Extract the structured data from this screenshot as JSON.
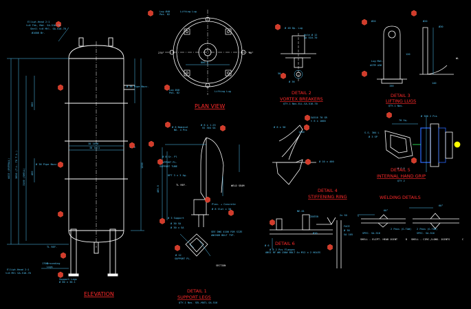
{
  "titles": {
    "elevation": "ELEVATION",
    "plan_view": "PLAN VIEW",
    "detail_2": "DETAIL 2",
    "detail_2_sub": "VORTEX BREAKERS",
    "detail_3": "DETAIL 3",
    "detail_3_sub": "LIFTING LUGS",
    "detail_4": "DETAIL 4",
    "detail_4_sub": "STIFFENING RING",
    "detail_5": "DETAIL 5",
    "detail_5_sub": "INTERNAL HAND GRIP",
    "detail_6": "DETAIL 6",
    "detail_1": "DETAIL 1",
    "detail_1_sub": "SUPPORT LEGS",
    "welding": "WELDING DETAILS"
  },
  "labels": {
    "tl_ref": "TL REF.",
    "tl_ref_mid": "TL REF.",
    "weld_seam": "WELD SEAM",
    "angle_270": "270°",
    "angle_90": "90°",
    "welding_note_1": "SHELL - ELIPT. HEAD JOINT",
    "welding_note_2": "SHELL - CIRC./LONG. JOINTS",
    "welding_tag_c": "C",
    "welding_tag_d": "D",
    "wl": "WL",
    "section_mark": "SECTION"
  },
  "colors": {
    "background": "#000000",
    "line_white": "#ffffff",
    "dim_cyan": "#55ccff",
    "title_red": "#ff2a2a",
    "tag_red": "#e23a2a",
    "green": "#33ff66",
    "yellow": "#ffff00",
    "blue": "#2b6bff",
    "magenta": "#ff33ff"
  },
  "icons": {
    "balloon": "hexagon-balloon-icon",
    "bolt_square": "bolt-hole-square-icon",
    "weld_symbol": "weld-symbol-icon"
  }
}
